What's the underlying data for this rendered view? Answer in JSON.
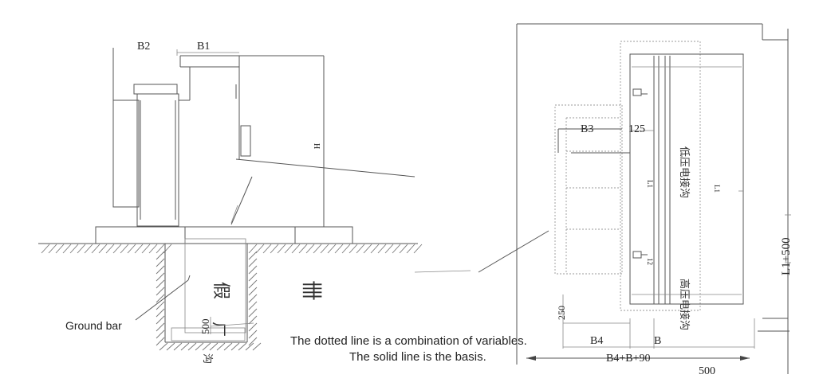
{
  "left_view": {
    "label_b2": "B2",
    "label_b1": "B1",
    "label_h": "H",
    "label_trench_a": "假",
    "label_trench_b": "ㄏ",
    "label_trench_c": "沟",
    "label_room": "卌",
    "label_500": "500",
    "label_ground_bar": "Ground bar"
  },
  "notes": {
    "dotted": "The dotted line is a combination of variables.",
    "solid": "The solid line is the basis."
  },
  "right_view": {
    "label_b3": "B3",
    "label_125": "125",
    "label_l1_inner": "L1",
    "label_l1_outer": "L1",
    "label_12": "12",
    "label_250": "250",
    "label_lv_trench": "低压电接沟",
    "label_hv_trench": "高压电接沟",
    "label_l1_plus": "L1+500",
    "label_b4": "B4",
    "label_b": "B",
    "label_b4_b_90": "B4+B+90",
    "label_500_bottom": "500"
  }
}
